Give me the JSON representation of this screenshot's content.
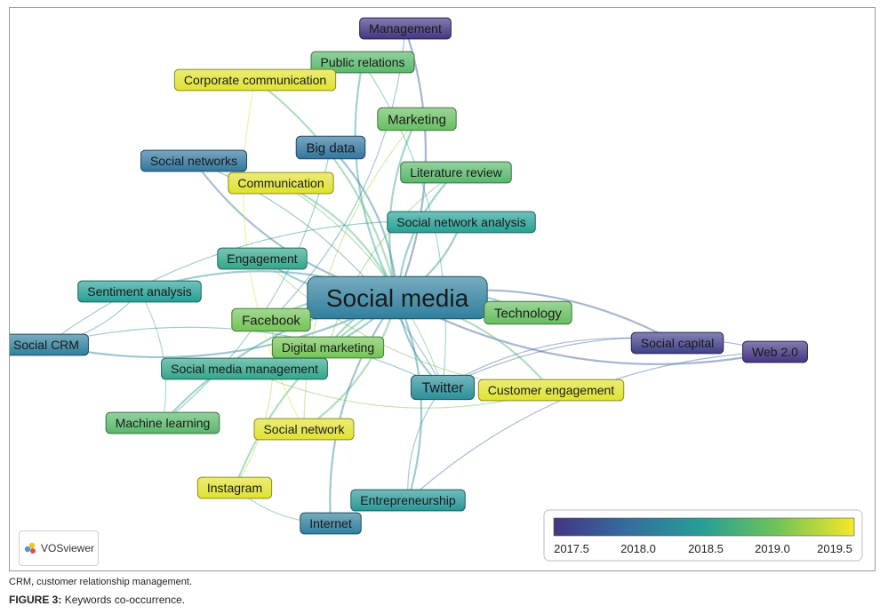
{
  "app": {
    "logo_text": "VOSviewer"
  },
  "diagram": {
    "central": "Social media",
    "nodes": [
      {
        "label": "Management",
        "year": 2017.3
      },
      {
        "label": "Public relations",
        "year": 2018.9
      },
      {
        "label": "Corporate communication",
        "year": 2019.6
      },
      {
        "label": "Marketing",
        "year": 2019.0
      },
      {
        "label": "Big data",
        "year": 2018.0
      },
      {
        "label": "Social networks",
        "year": 2018.0
      },
      {
        "label": "Communication",
        "year": 2019.6
      },
      {
        "label": "Literature review",
        "year": 2018.9
      },
      {
        "label": "Social network analysis",
        "year": 2018.5
      },
      {
        "label": "Engagement",
        "year": 2018.6
      },
      {
        "label": "Sentiment analysis",
        "year": 2018.5
      },
      {
        "label": "Social media",
        "year": 2018.1
      },
      {
        "label": "Technology",
        "year": 2019.0
      },
      {
        "label": "Facebook",
        "year": 2019.1
      },
      {
        "label": "Social CRM",
        "year": 2018.1
      },
      {
        "label": "Digital marketing",
        "year": 2019.1
      },
      {
        "label": "Social capital",
        "year": 2017.4
      },
      {
        "label": "Web 2.0",
        "year": 2017.3
      },
      {
        "label": "Social media management",
        "year": 2018.6
      },
      {
        "label": "Twitter",
        "year": 2018.3
      },
      {
        "label": "Customer engagement",
        "year": 2019.6
      },
      {
        "label": "Machine learning",
        "year": 2018.9
      },
      {
        "label": "Social network",
        "year": 2019.6
      },
      {
        "label": "Instagram",
        "year": 2019.6
      },
      {
        "label": "Entrepreneurship",
        "year": 2018.4
      },
      {
        "label": "Internet",
        "year": 2018.1
      }
    ],
    "legend": {
      "ticks": [
        "2017.5",
        "2018.0",
        "2018.5",
        "2019.0",
        "2019.5"
      ]
    }
  },
  "caption": "CRM, customer relationship management.",
  "figure": {
    "label": "FIGURE 3:",
    "title": "Keywords co-occurrence."
  }
}
